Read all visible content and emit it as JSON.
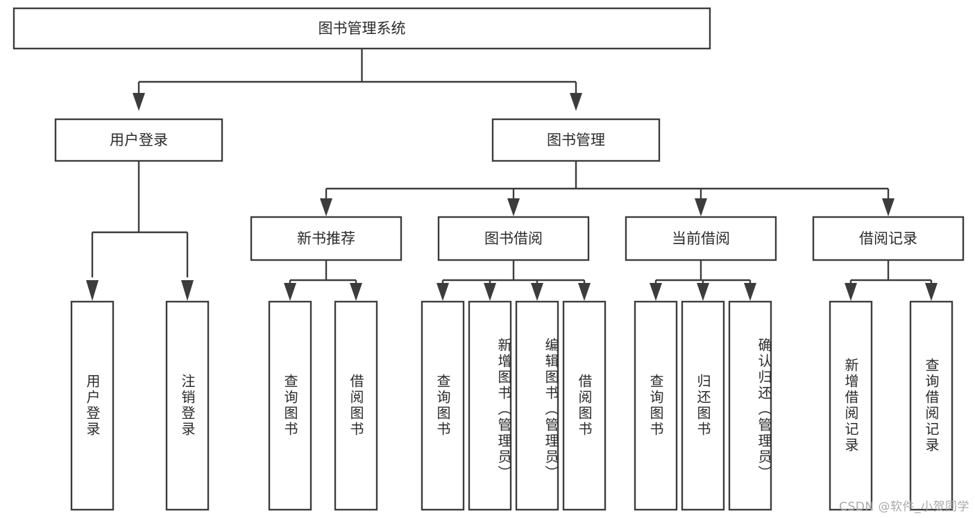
{
  "diagram": {
    "type": "tree-hierarchy",
    "title": "图书管理系统",
    "orientation": "top-down",
    "root": {
      "id": "root",
      "label": "图书管理系统",
      "text_orientation": "horizontal"
    },
    "level1": [
      {
        "id": "n-user-login",
        "label": "用户登录",
        "text_orientation": "horizontal"
      },
      {
        "id": "n-book-mgmt",
        "label": "图书管理",
        "text_orientation": "horizontal"
      }
    ],
    "level2": [
      {
        "id": "n-new-book-rec",
        "label": "新书推荐",
        "parent": "n-book-mgmt",
        "text_orientation": "horizontal"
      },
      {
        "id": "n-book-borrow",
        "label": "图书借阅",
        "parent": "n-book-mgmt",
        "text_orientation": "horizontal"
      },
      {
        "id": "n-current-borrow",
        "label": "当前借阅",
        "parent": "n-book-mgmt",
        "text_orientation": "horizontal"
      },
      {
        "id": "n-borrow-record",
        "label": "借阅记录",
        "parent": "n-book-mgmt",
        "text_orientation": "horizontal"
      }
    ],
    "leaves": [
      {
        "id": "l-user-login",
        "label": "用户登录",
        "parent": "n-user-login",
        "text_orientation": "vertical"
      },
      {
        "id": "l-logout",
        "label": "注销登录",
        "parent": "n-user-login",
        "text_orientation": "vertical"
      },
      {
        "id": "l-query-book-1",
        "label": "查询图书",
        "parent": "n-new-book-rec",
        "text_orientation": "vertical"
      },
      {
        "id": "l-borrow-book-1",
        "label": "借阅图书",
        "parent": "n-new-book-rec",
        "text_orientation": "vertical"
      },
      {
        "id": "l-query-book-2",
        "label": "查询图书",
        "parent": "n-book-borrow",
        "text_orientation": "vertical"
      },
      {
        "id": "l-add-book",
        "label": "新增图书（管理员）",
        "parent": "n-book-borrow",
        "text_orientation": "vertical"
      },
      {
        "id": "l-edit-book",
        "label": "编辑图书（管理员）",
        "parent": "n-book-borrow",
        "text_orientation": "vertical"
      },
      {
        "id": "l-borrow-book-2",
        "label": "借阅图书",
        "parent": "n-book-borrow",
        "text_orientation": "vertical"
      },
      {
        "id": "l-query-book-3",
        "label": "查询图书",
        "parent": "n-current-borrow",
        "text_orientation": "vertical"
      },
      {
        "id": "l-return-book",
        "label": "归还图书",
        "parent": "n-current-borrow",
        "text_orientation": "vertical"
      },
      {
        "id": "l-confirm-return",
        "label": "确认归还（管理员）",
        "parent": "n-current-borrow",
        "text_orientation": "vertical"
      },
      {
        "id": "l-add-record",
        "label": "新增借阅记录",
        "parent": "n-borrow-record",
        "text_orientation": "vertical"
      },
      {
        "id": "l-query-record",
        "label": "查询借阅记录",
        "parent": "n-borrow-record",
        "text_orientation": "vertical"
      }
    ],
    "colors": {
      "box_stroke": "#3c3c3c",
      "box_fill": "#ffffff",
      "connector": "#3c3c3c",
      "text": "#2a2a2a",
      "background": "#ffffff",
      "watermark": "#a8a8a8"
    }
  },
  "watermark": {
    "text": "CSDN @软件_小贺同学"
  }
}
